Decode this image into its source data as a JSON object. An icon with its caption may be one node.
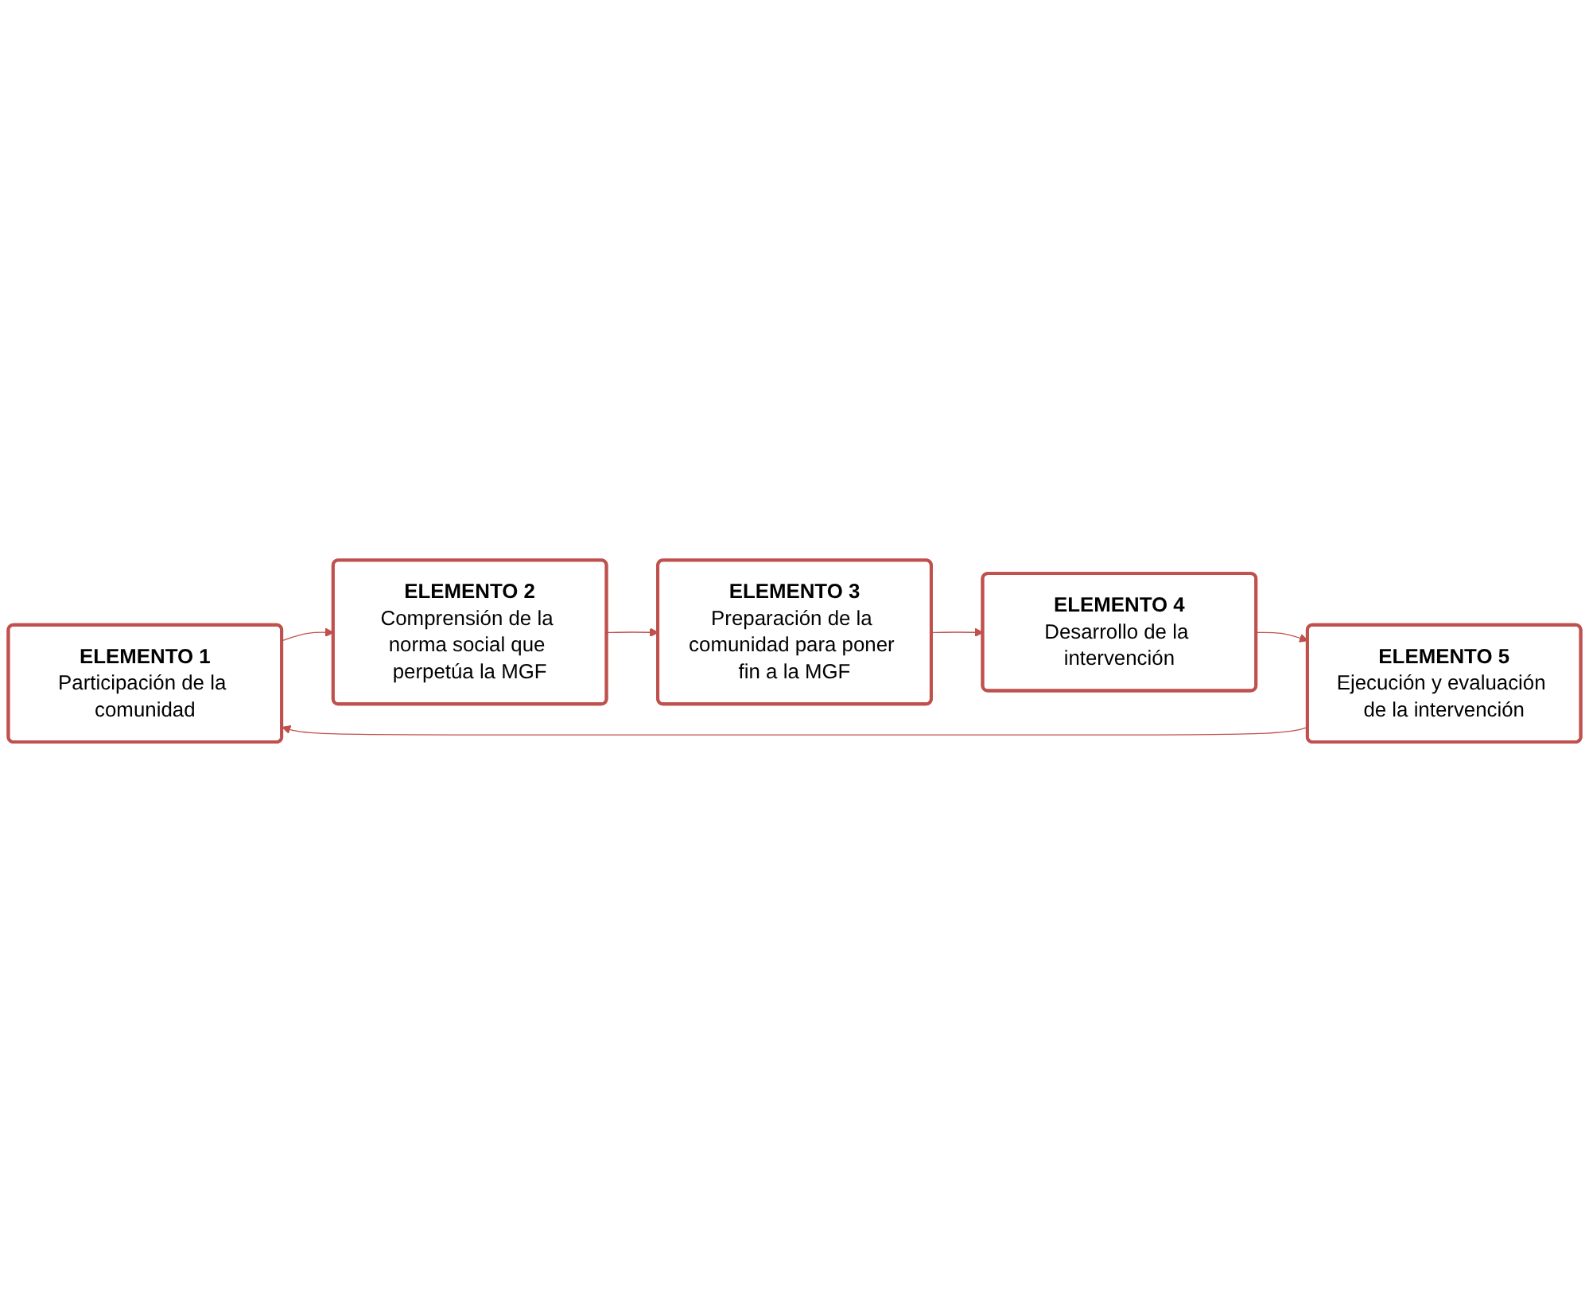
{
  "diagram": {
    "nodes": [
      {
        "text": [
          "ELEMENTO 1",
          "Participación de la comunidad"
        ]
      },
      {
        "text": [
          "ELEMENTO 2",
          "Comprensión de la norma social que perpetúa la MGF"
        ]
      },
      {
        "text": [
          "ELEMENTO 3",
          "Preparación de la comunidad para poner fin a la MGF"
        ]
      },
      {
        "text": [
          "ELEMENTO 4",
          "Desarrollo de la intervención"
        ]
      },
      {
        "text": [
          "ELEMENTO 5",
          "Ejecución y evaluación de la intervención"
        ]
      }
    ],
    "edges": [
      {
        "from": 0,
        "to": 1,
        "arrow": "to"
      },
      {
        "from": 1,
        "to": 2,
        "arrow": "to"
      },
      {
        "from": 2,
        "to": 3,
        "arrow": "to"
      },
      {
        "from": 3,
        "to": 4,
        "arrow": "to"
      },
      {
        "from": 4,
        "to": 0,
        "arrow": "to"
      }
    ]
  }
}
